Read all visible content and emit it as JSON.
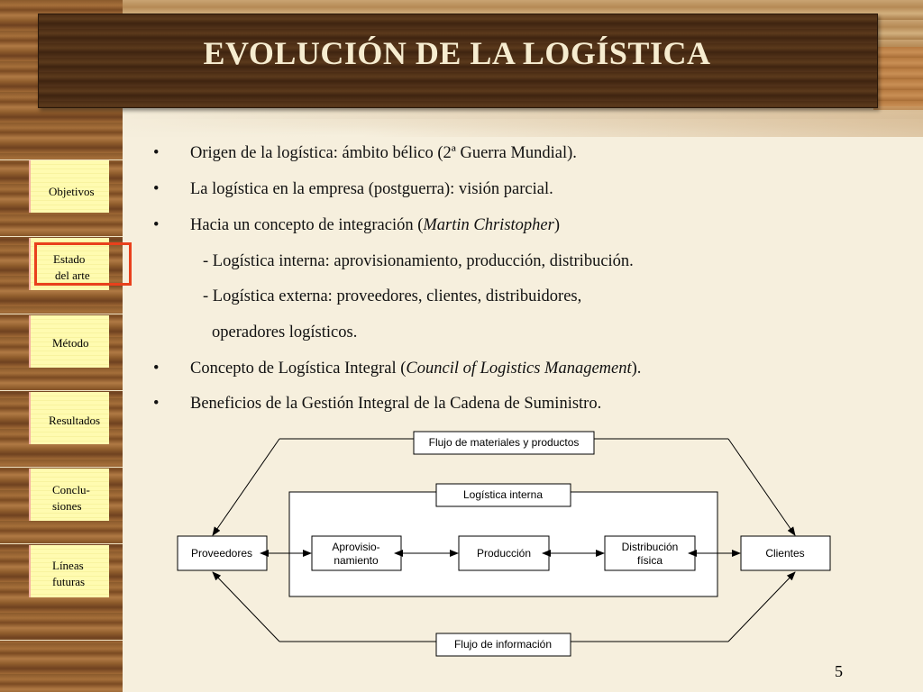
{
  "title": "EVOLUCIÓN DE LA LOGÍSTICA",
  "nav": [
    {
      "line1": "Objetivos",
      "line2": ""
    },
    {
      "line1": "Estado",
      "line2": "del arte"
    },
    {
      "line1": "Método",
      "line2": ""
    },
    {
      "line1": "Resultados",
      "line2": ""
    },
    {
      "line1": "Conclu-",
      "line2": "siones"
    },
    {
      "line1": "Líneas",
      "line2": "futuras"
    }
  ],
  "bullet_marker": "•",
  "bullets": {
    "b1": "Origen de la logística: ámbito bélico (2ª Guerra Mundial).",
    "b2": "La logística en la empresa (postguerra): visión parcial.",
    "b3_pre": "Hacia un concepto de integración (",
    "b3_em": "Martin Christopher",
    "b3_post": ")",
    "sub1": "- Logística interna: aprovisionamiento, producción, distribución.",
    "sub2a": "- Logística externa: proveedores, clientes, distribuidores,",
    "sub2b": "operadores logísticos.",
    "b4_pre": "Concepto de Logística Integral (",
    "b4_em": "Council of Logistics Management",
    "b4_post": ").",
    "b5": "Beneficios de la Gestión Integral de la Cadena de Suministro."
  },
  "diagram": {
    "flujo_materiales": "Flujo de materiales y productos",
    "logistica_interna": "Logística interna",
    "proveedores": "Proveedores",
    "aprov1": "Aprovisio-",
    "aprov2": "namiento",
    "produccion": "Producción",
    "distrib1": "Distribución",
    "distrib2": "física",
    "clientes": "Clientes",
    "flujo_info": "Flujo de información"
  },
  "page_number": "5"
}
